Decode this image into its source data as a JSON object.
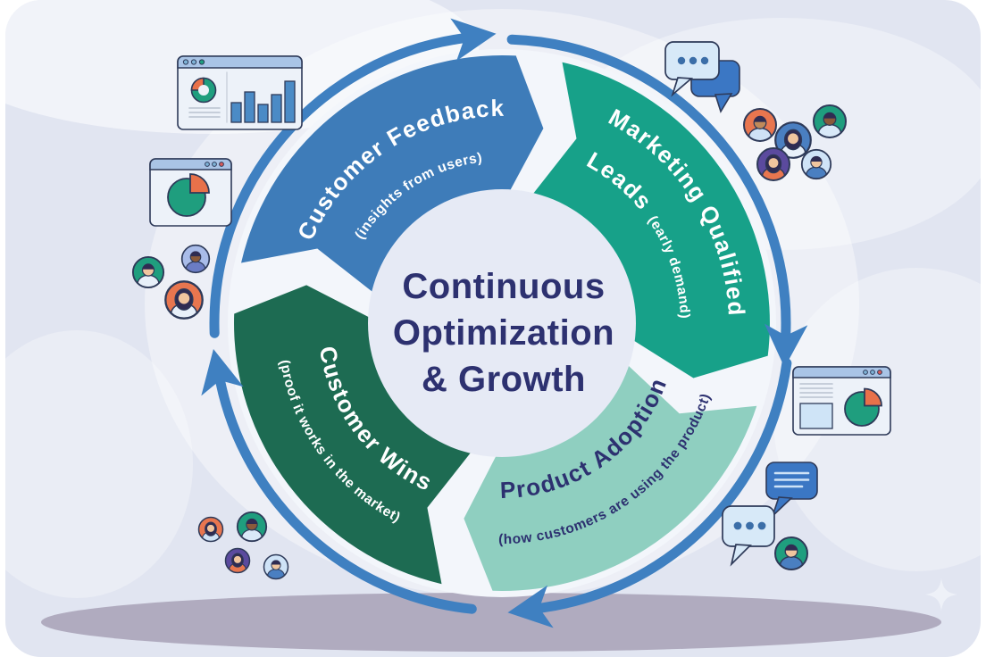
{
  "center": {
    "line1": "Continuous",
    "line2": "Optimization",
    "line3": "& Growth",
    "text_color": "#2d3170",
    "disc_color": "#e6eaf5"
  },
  "wheel": {
    "segments": [
      {
        "id": "customer-feedback",
        "title": "Customer Feedback",
        "subtitle": "(insights from users)",
        "color": "#3e7cb9",
        "text_color": "#ffffff"
      },
      {
        "id": "marketing-qualified-leads",
        "title_line1": "Marketing Qualified",
        "title_line2": "Leads",
        "subtitle": "(early demand)",
        "color": "#17a189",
        "text_color": "#ffffff"
      },
      {
        "id": "product-adoption",
        "title": "Product Adoption",
        "subtitle": "(how customers are using the product)",
        "color": "#8fcfc0",
        "text_color": "#2d3170"
      },
      {
        "id": "customer-wins",
        "title": "Customer Wins",
        "subtitle": "(proof it works in the market)",
        "color": "#1d6b52",
        "text_color": "#ffffff"
      }
    ],
    "arrow_color": "#3f80c1"
  },
  "decor": {
    "canvas_bg": "#e1e5f1",
    "shadow": "#b0abbf",
    "outline": "#2e3a59",
    "window_bar": "#a9c4e6",
    "window_bg": "#edf2f9",
    "chart_green": "#1f9e7e",
    "chart_orange": "#e8714a",
    "bar_blue": "#4b8bc6",
    "bubble_dark": "#3b77c4",
    "bubble_light": "#d7e9f8",
    "bubble_dot": "#3b6ea8",
    "red_dot": "#d85b5b",
    "sparkle": "#eef1f8",
    "avatar_colors": [
      "#e8764f",
      "#4a7fc1",
      "#1f9e7e",
      "#5b4a9e",
      "#cfe3f7",
      "#a9bce9"
    ],
    "icons": [
      "analytics-window-icon",
      "pie-window-icon",
      "chat-bubbles-icon",
      "pie-report-window-icon",
      "chat-message-icon",
      "chat-dots-icon",
      "avatar",
      "sparkle-icon"
    ]
  }
}
